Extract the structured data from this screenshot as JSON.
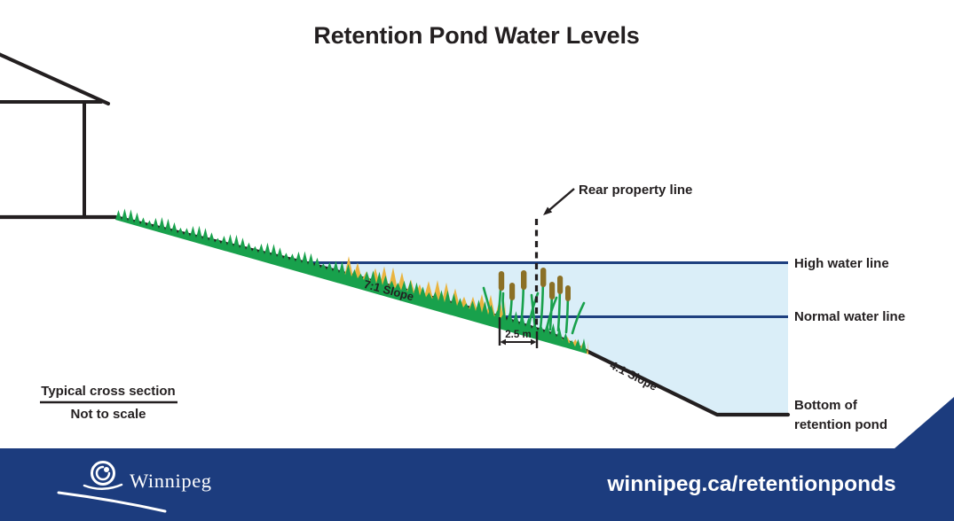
{
  "title": "Retention Pond Water Levels",
  "diagram": {
    "annotations": {
      "rear_property_line": "Rear property line",
      "high_water_line": "High water line",
      "normal_water_line": "Normal water line",
      "bottom_of_pond_1": "Bottom of",
      "bottom_of_pond_2": "retention pond",
      "upper_slope": "7:1 Slope",
      "lower_slope": "4:1 Slope",
      "wetland_width": "2.5 m",
      "caption_title": "Typical cross section",
      "caption_note": "Not to scale"
    },
    "colors": {
      "outline": "#231f20",
      "water_fill": "#daeef8",
      "water_line": "#1e4080",
      "grass": "#18a14c",
      "wetland_grass": "#e9b440",
      "cattail": "#8b7026",
      "footer": "#1c3c7e"
    }
  },
  "footer": {
    "logo": "Winnipeg",
    "url": "winnipeg.ca/retentionponds"
  }
}
